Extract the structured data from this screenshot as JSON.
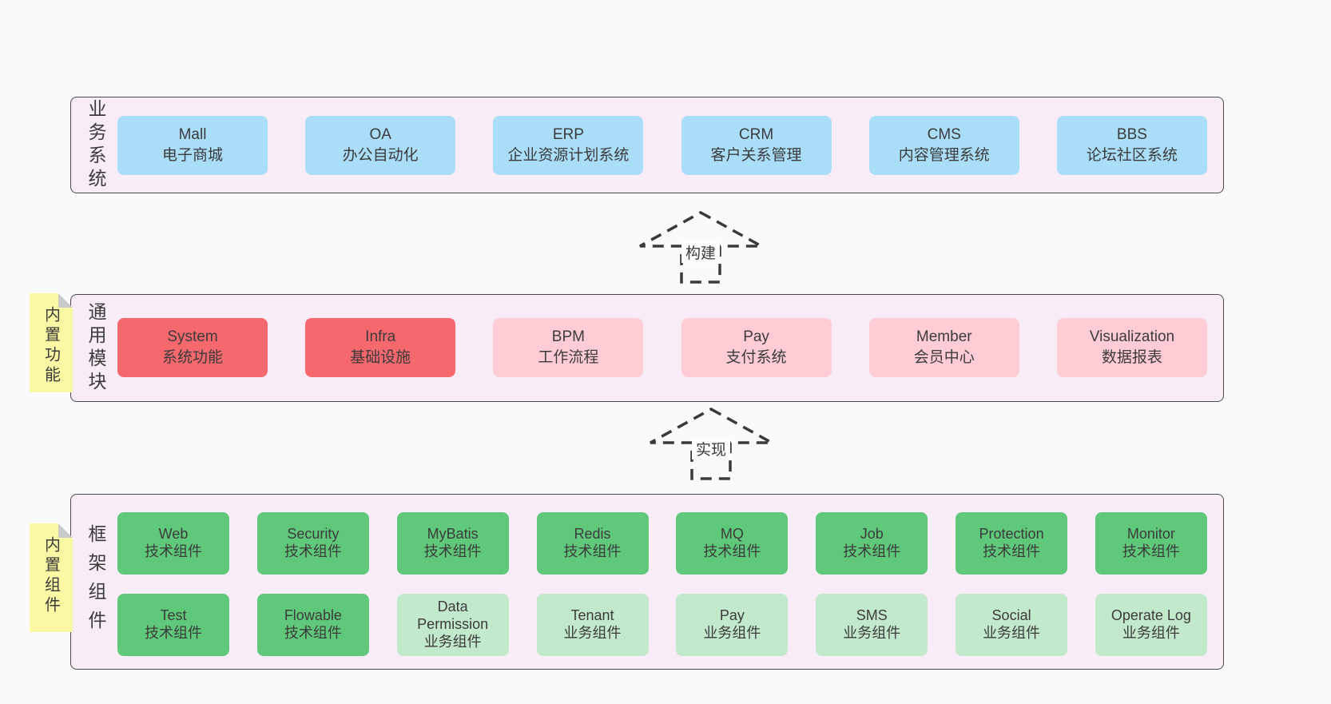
{
  "colors": {
    "page_bg": "#fafafa",
    "layer_bg": "#f8edf6",
    "layer_border": "#4a4a4a",
    "box_blue": "#aadef8",
    "box_red": "#f5686e",
    "box_pink": "#ffccd6",
    "box_green": "#60c87a",
    "box_green_light": "#c3e9cc",
    "note_bg": "#faf8a2",
    "note_fold": "#c9c9c9",
    "text": "#3b3b3b",
    "arrow": "#3a3a3a"
  },
  "arrows": [
    {
      "label": "构建"
    },
    {
      "label": "实现"
    }
  ],
  "layers": [
    {
      "label": "业务系统",
      "rows": [
        [
          {
            "name": "Mall",
            "desc": "电子商城"
          },
          {
            "name": "OA",
            "desc": "办公自动化"
          },
          {
            "name": "ERP",
            "desc": "企业资源计划系统"
          },
          {
            "name": "CRM",
            "desc": "客户关系管理"
          },
          {
            "name": "CMS",
            "desc": "内容管理系统"
          },
          {
            "name": "BBS",
            "desc": "论坛社区系统"
          }
        ]
      ]
    },
    {
      "label": "通用模块",
      "note": "内置功能",
      "rows": [
        [
          {
            "name": "System",
            "desc": "系统功能"
          },
          {
            "name": "Infra",
            "desc": "基础设施"
          },
          {
            "name": "BPM",
            "desc": "工作流程"
          },
          {
            "name": "Pay",
            "desc": "支付系统"
          },
          {
            "name": "Member",
            "desc": "会员中心"
          },
          {
            "name": "Visualization",
            "desc": "数据报表"
          }
        ]
      ]
    },
    {
      "label": "框架组件",
      "note": "内置组件",
      "rows": [
        [
          {
            "name": "Web",
            "desc": "技术组件"
          },
          {
            "name": "Security",
            "desc": "技术组件"
          },
          {
            "name": "MyBatis",
            "desc": "技术组件"
          },
          {
            "name": "Redis",
            "desc": "技术组件"
          },
          {
            "name": "MQ",
            "desc": "技术组件"
          },
          {
            "name": "Job",
            "desc": "技术组件"
          },
          {
            "name": "Protection",
            "desc": "技术组件"
          },
          {
            "name": "Monitor",
            "desc": "技术组件"
          }
        ],
        [
          {
            "name": "Test",
            "desc": "技术组件"
          },
          {
            "name": "Flowable",
            "desc": "技术组件"
          },
          {
            "name": "Data Permission",
            "desc": "业务组件"
          },
          {
            "name": "Tenant",
            "desc": "业务组件"
          },
          {
            "name": "Pay",
            "desc": "业务组件"
          },
          {
            "name": "SMS",
            "desc": "业务组件"
          },
          {
            "name": "Social",
            "desc": "业务组件"
          },
          {
            "name": "Operate Log",
            "desc": "业务组件"
          }
        ]
      ]
    }
  ]
}
